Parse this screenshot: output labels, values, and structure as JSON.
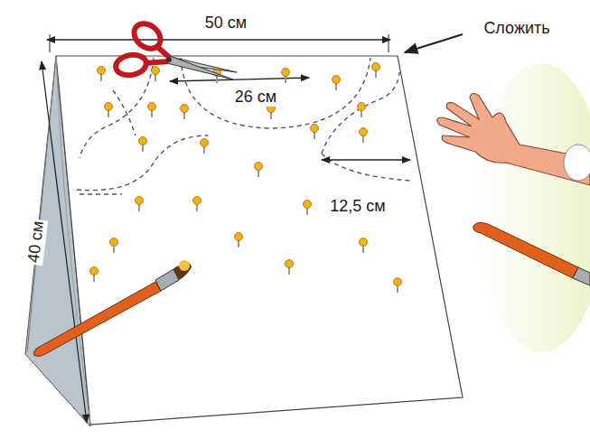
{
  "diagram": {
    "labels": [
      "50 см",
      "Сложить",
      "26 см",
      "12,5 см",
      "40 см"
    ]
  }
}
